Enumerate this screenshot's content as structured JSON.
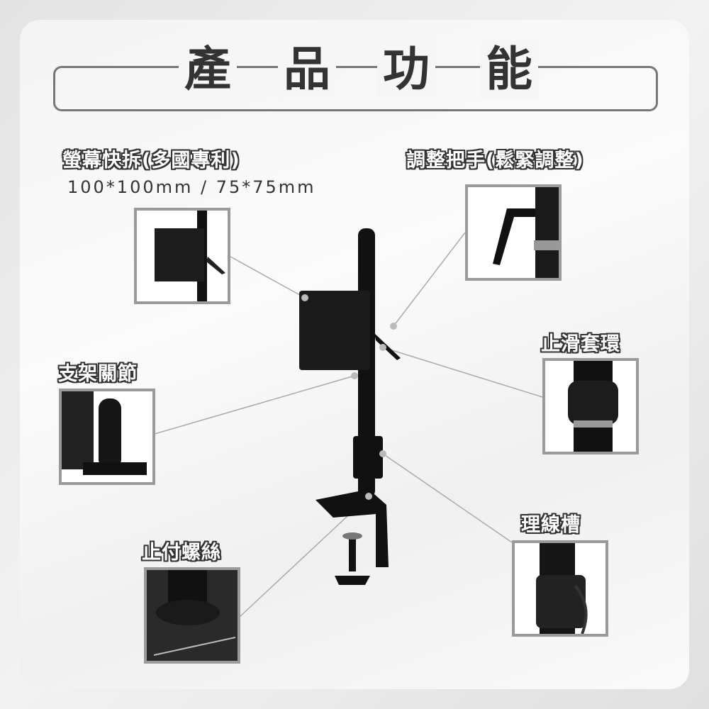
{
  "title": [
    "產",
    "品",
    "功",
    "能"
  ],
  "features": {
    "quick_release": {
      "label": "螢幕快拆(多國專利)",
      "spec": "100*100mm / 75*75mm"
    },
    "handle": {
      "label": "調整把手(鬆緊調整)"
    },
    "ring": {
      "label": "止滑套環"
    },
    "joint": {
      "label": "支架關節"
    },
    "cable": {
      "label": "理線槽"
    },
    "screw": {
      "label": "止付螺絲"
    }
  }
}
